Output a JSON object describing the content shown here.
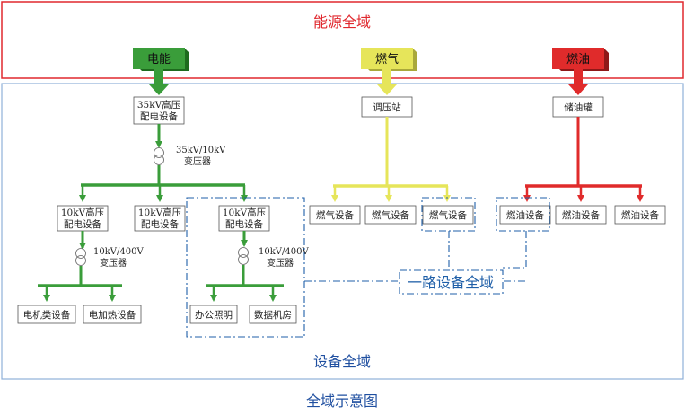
{
  "energy_domain": {
    "title": "能源全域",
    "title_color": "#e0282e"
  },
  "sources": {
    "electric": {
      "label": "电能",
      "color": "#3a9d3a"
    },
    "gas": {
      "label": "燃气",
      "color": "#e6e55a"
    },
    "oil": {
      "label": "燃油",
      "color": "#e02b2b"
    }
  },
  "equipment_domain": {
    "title": "设备全域",
    "title_color": "#1f4fa0"
  },
  "electric": {
    "hv35": [
      "35kV高压",
      "配电设备"
    ],
    "transformer1": [
      "35kV/10kV",
      "变压器"
    ],
    "hv10_a": [
      "10kV高压",
      "配电设备"
    ],
    "hv10_b": [
      "10kV高压",
      "配电设备"
    ],
    "hv10_c": [
      "10kV高压",
      "配电设备"
    ],
    "transformer2": [
      "10kV/400V",
      "变压器"
    ],
    "transformer3": [
      "10kV/400V",
      "变压器"
    ],
    "motor": "电机类设备",
    "heater": "电加热设备",
    "lighting": "办公照明",
    "datacenter": "数据机房"
  },
  "gas": {
    "regulator": "调压站",
    "devices": [
      "燃气设备",
      "燃气设备",
      "燃气设备"
    ]
  },
  "oil": {
    "tank": "储油罐",
    "devices": [
      "燃油设备",
      "燃油设备",
      "燃油设备"
    ]
  },
  "single_path": {
    "label": "一路设备全域",
    "color": "#1f5fa8"
  },
  "caption": "全域示意图"
}
